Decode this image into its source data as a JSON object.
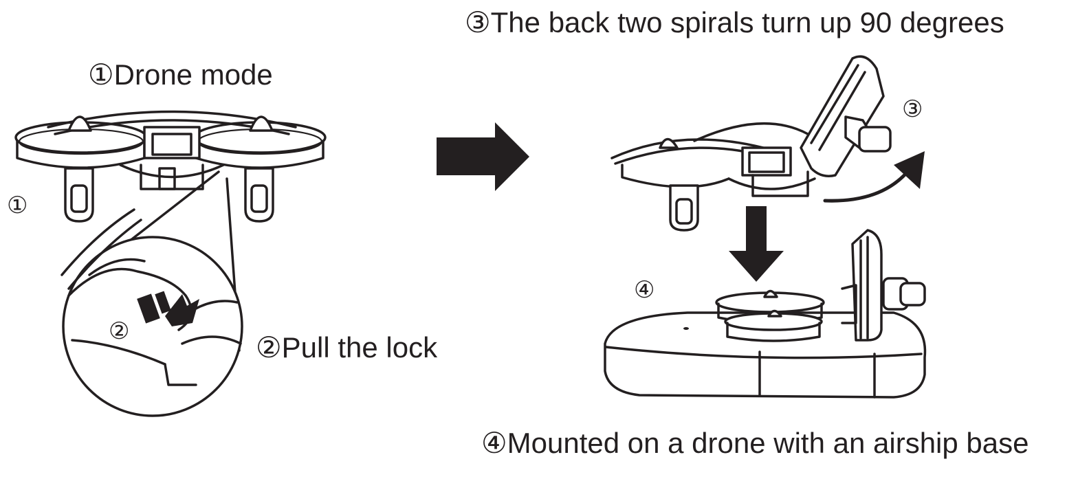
{
  "steps": {
    "step1_title": "①Drone mode",
    "step1_marker": "①",
    "step2_title": "②Pull the lock",
    "step2_marker": "②",
    "step3_title": "③The back two spirals turn up 90 degrees",
    "step3_marker": "③",
    "step4_title": "④Mounted on a drone with an airship base",
    "step4_marker": "④"
  },
  "colors": {
    "ink": "#231f20",
    "background": "#ffffff"
  }
}
